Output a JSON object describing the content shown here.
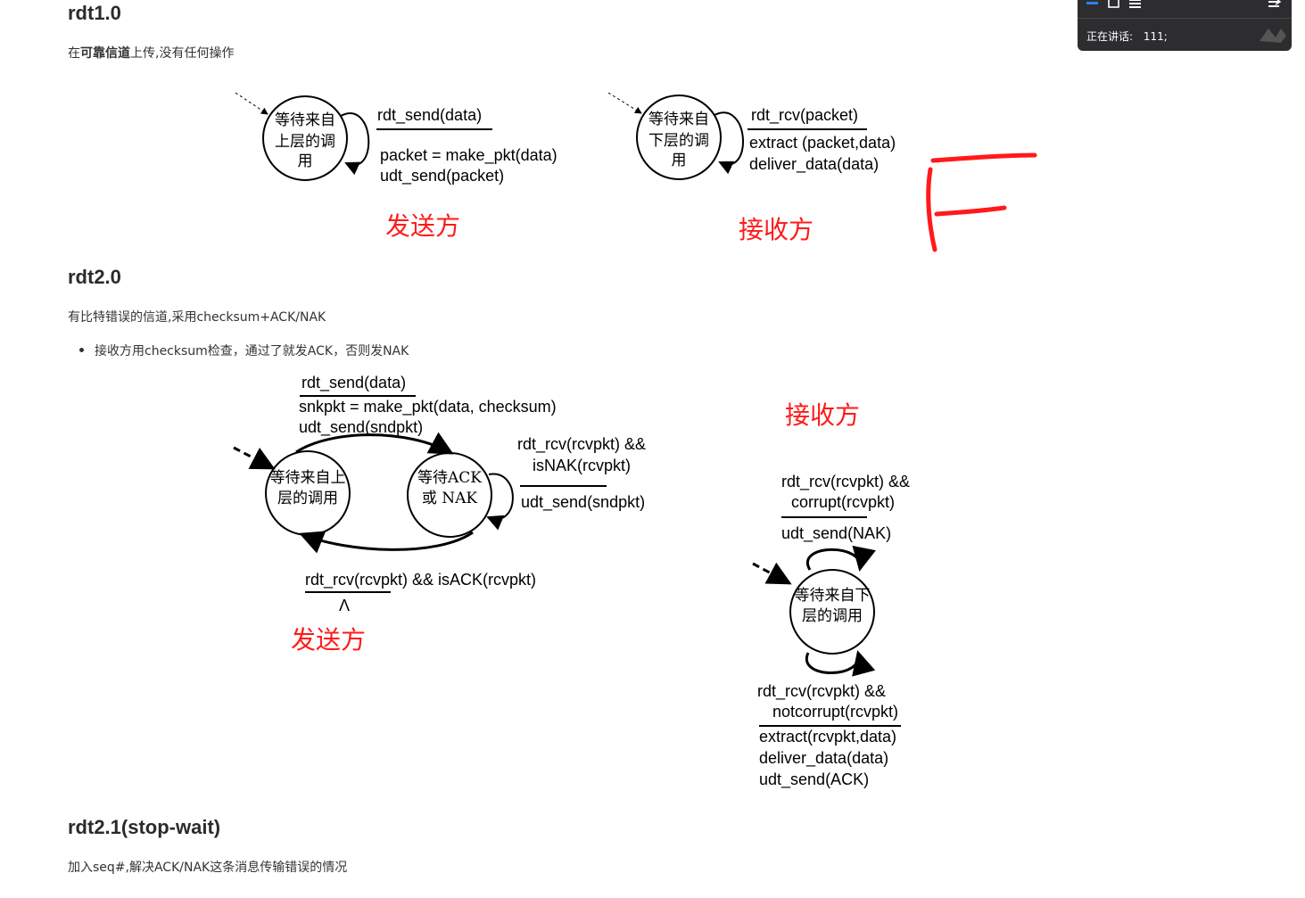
{
  "sections": {
    "rdt10": {
      "title": "rdt1.0",
      "desc": {
        "pre": "在",
        "bold": "可靠信道",
        "post": "上传,没有任何操作"
      },
      "sender": {
        "state": [
          "等待来自",
          "上层的调",
          "用"
        ],
        "event": "rdt_send(data)",
        "actions": [
          "packet = make_pkt(data)",
          "udt_send(packet)"
        ],
        "label": "发送方"
      },
      "receiver": {
        "state": [
          "等待来自",
          "下层的调",
          "用"
        ],
        "event": "rdt_rcv(packet)",
        "actions": [
          "extract (packet,data)",
          "deliver_data(data)"
        ],
        "label": "接收方"
      },
      "handwriting": "F"
    },
    "rdt20": {
      "title": "rdt2.0",
      "desc": "有比特错误的信道,采用checksum+ACK/NAK",
      "bullets": [
        "接收方用checksum检查，通过了就发ACK，否则发NAK"
      ],
      "sender": {
        "state1": [
          "等待来自上",
          "层的调用"
        ],
        "state2": [
          "等待ACK",
          "或 NAK"
        ],
        "send_event": "rdt_send(data)",
        "send_actions": [
          "snkpkt = make_pkt(data, checksum)",
          "udt_send(sndpkt)"
        ],
        "nak_event": [
          "rdt_rcv(rcvpkt) &&",
          "isNAK(rcvpkt)"
        ],
        "nak_action": "udt_send(sndpkt)",
        "ack_event": "rdt_rcv(rcvpkt) && isACK(rcvpkt)",
        "ack_action": "Λ",
        "label": "发送方"
      },
      "receiver": {
        "label": "接收方",
        "state": [
          "等待来自下",
          "层的调用"
        ],
        "corrupt_event": [
          "rdt_rcv(rcvpkt) &&",
          "corrupt(rcvpkt)"
        ],
        "corrupt_action": "udt_send(NAK)",
        "ok_event": [
          "rdt_rcv(rcvpkt) &&",
          "notcorrupt(rcvpkt)"
        ],
        "ok_actions": [
          "extract(rcvpkt,data)",
          "deliver_data(data)",
          "udt_send(ACK)"
        ]
      }
    },
    "rdt21": {
      "title": "rdt2.1(stop-wait)",
      "desc": "加入seq#,解决ACK/NAK这条消息传输错误的情况"
    }
  },
  "widget": {
    "status_label": "正在讲话:",
    "status_value": "111;",
    "icons": [
      "minimize-icon",
      "restore-icon",
      "menu-icon",
      "collapse-icon",
      "logo-icon"
    ]
  },
  "colors": {
    "accent_red": "#ff1a1a",
    "widget_bg": "#2d2d30",
    "widget_accent": "#2f80ed"
  }
}
